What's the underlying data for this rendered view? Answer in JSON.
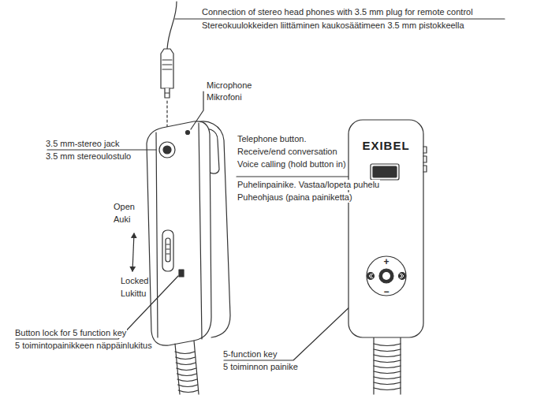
{
  "diagram": {
    "labels": [
      "Connection of stereo head phones with 3.5 mm plug for remote control",
      "Stereokuulokkeiden liittäminen kaukosäätimeen 3.5 mm pistokkeella",
      "Microphone",
      "Mikrofoni",
      "3.5 mm-stereo jack",
      "3.5 mm stereoulostulo",
      "Open",
      "Auki",
      "Locked",
      "Lukittu",
      "Button lock for 5 function key",
      "5 toimintopainikkeen näppäinlukitus",
      "Telephone button.",
      "Receive/end conversation",
      "Voice calling (hold button in)",
      "Puhelinpainike. Vastaa/lopeta puhelu",
      "Puheohjaus (paina painiketta)",
      "EXIBEL",
      "5-function key",
      "5 toiminnon painike",
      "+",
      "−"
    ]
  }
}
